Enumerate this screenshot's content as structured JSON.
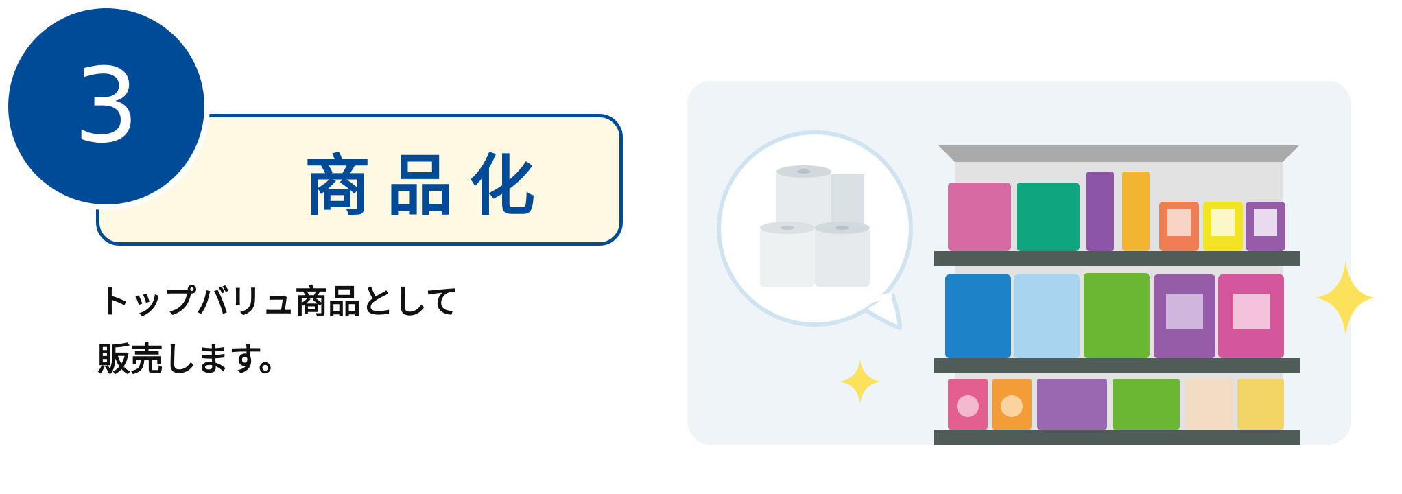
{
  "step": {
    "number": "3"
  },
  "title": "商品化",
  "description": {
    "line1": "トップバリュ商品として",
    "line2": "販売します。"
  },
  "illustration": {
    "speech_bubble_content": "toilet-paper-rolls",
    "sparkle_icon": "sparkle-icon",
    "shelf": "store-shelf"
  },
  "colors": {
    "brand_blue": "#004b98",
    "title_bg": "#fdf9e2",
    "panel_bg": "#eff4f8",
    "sparkle": "#fbe25a"
  }
}
